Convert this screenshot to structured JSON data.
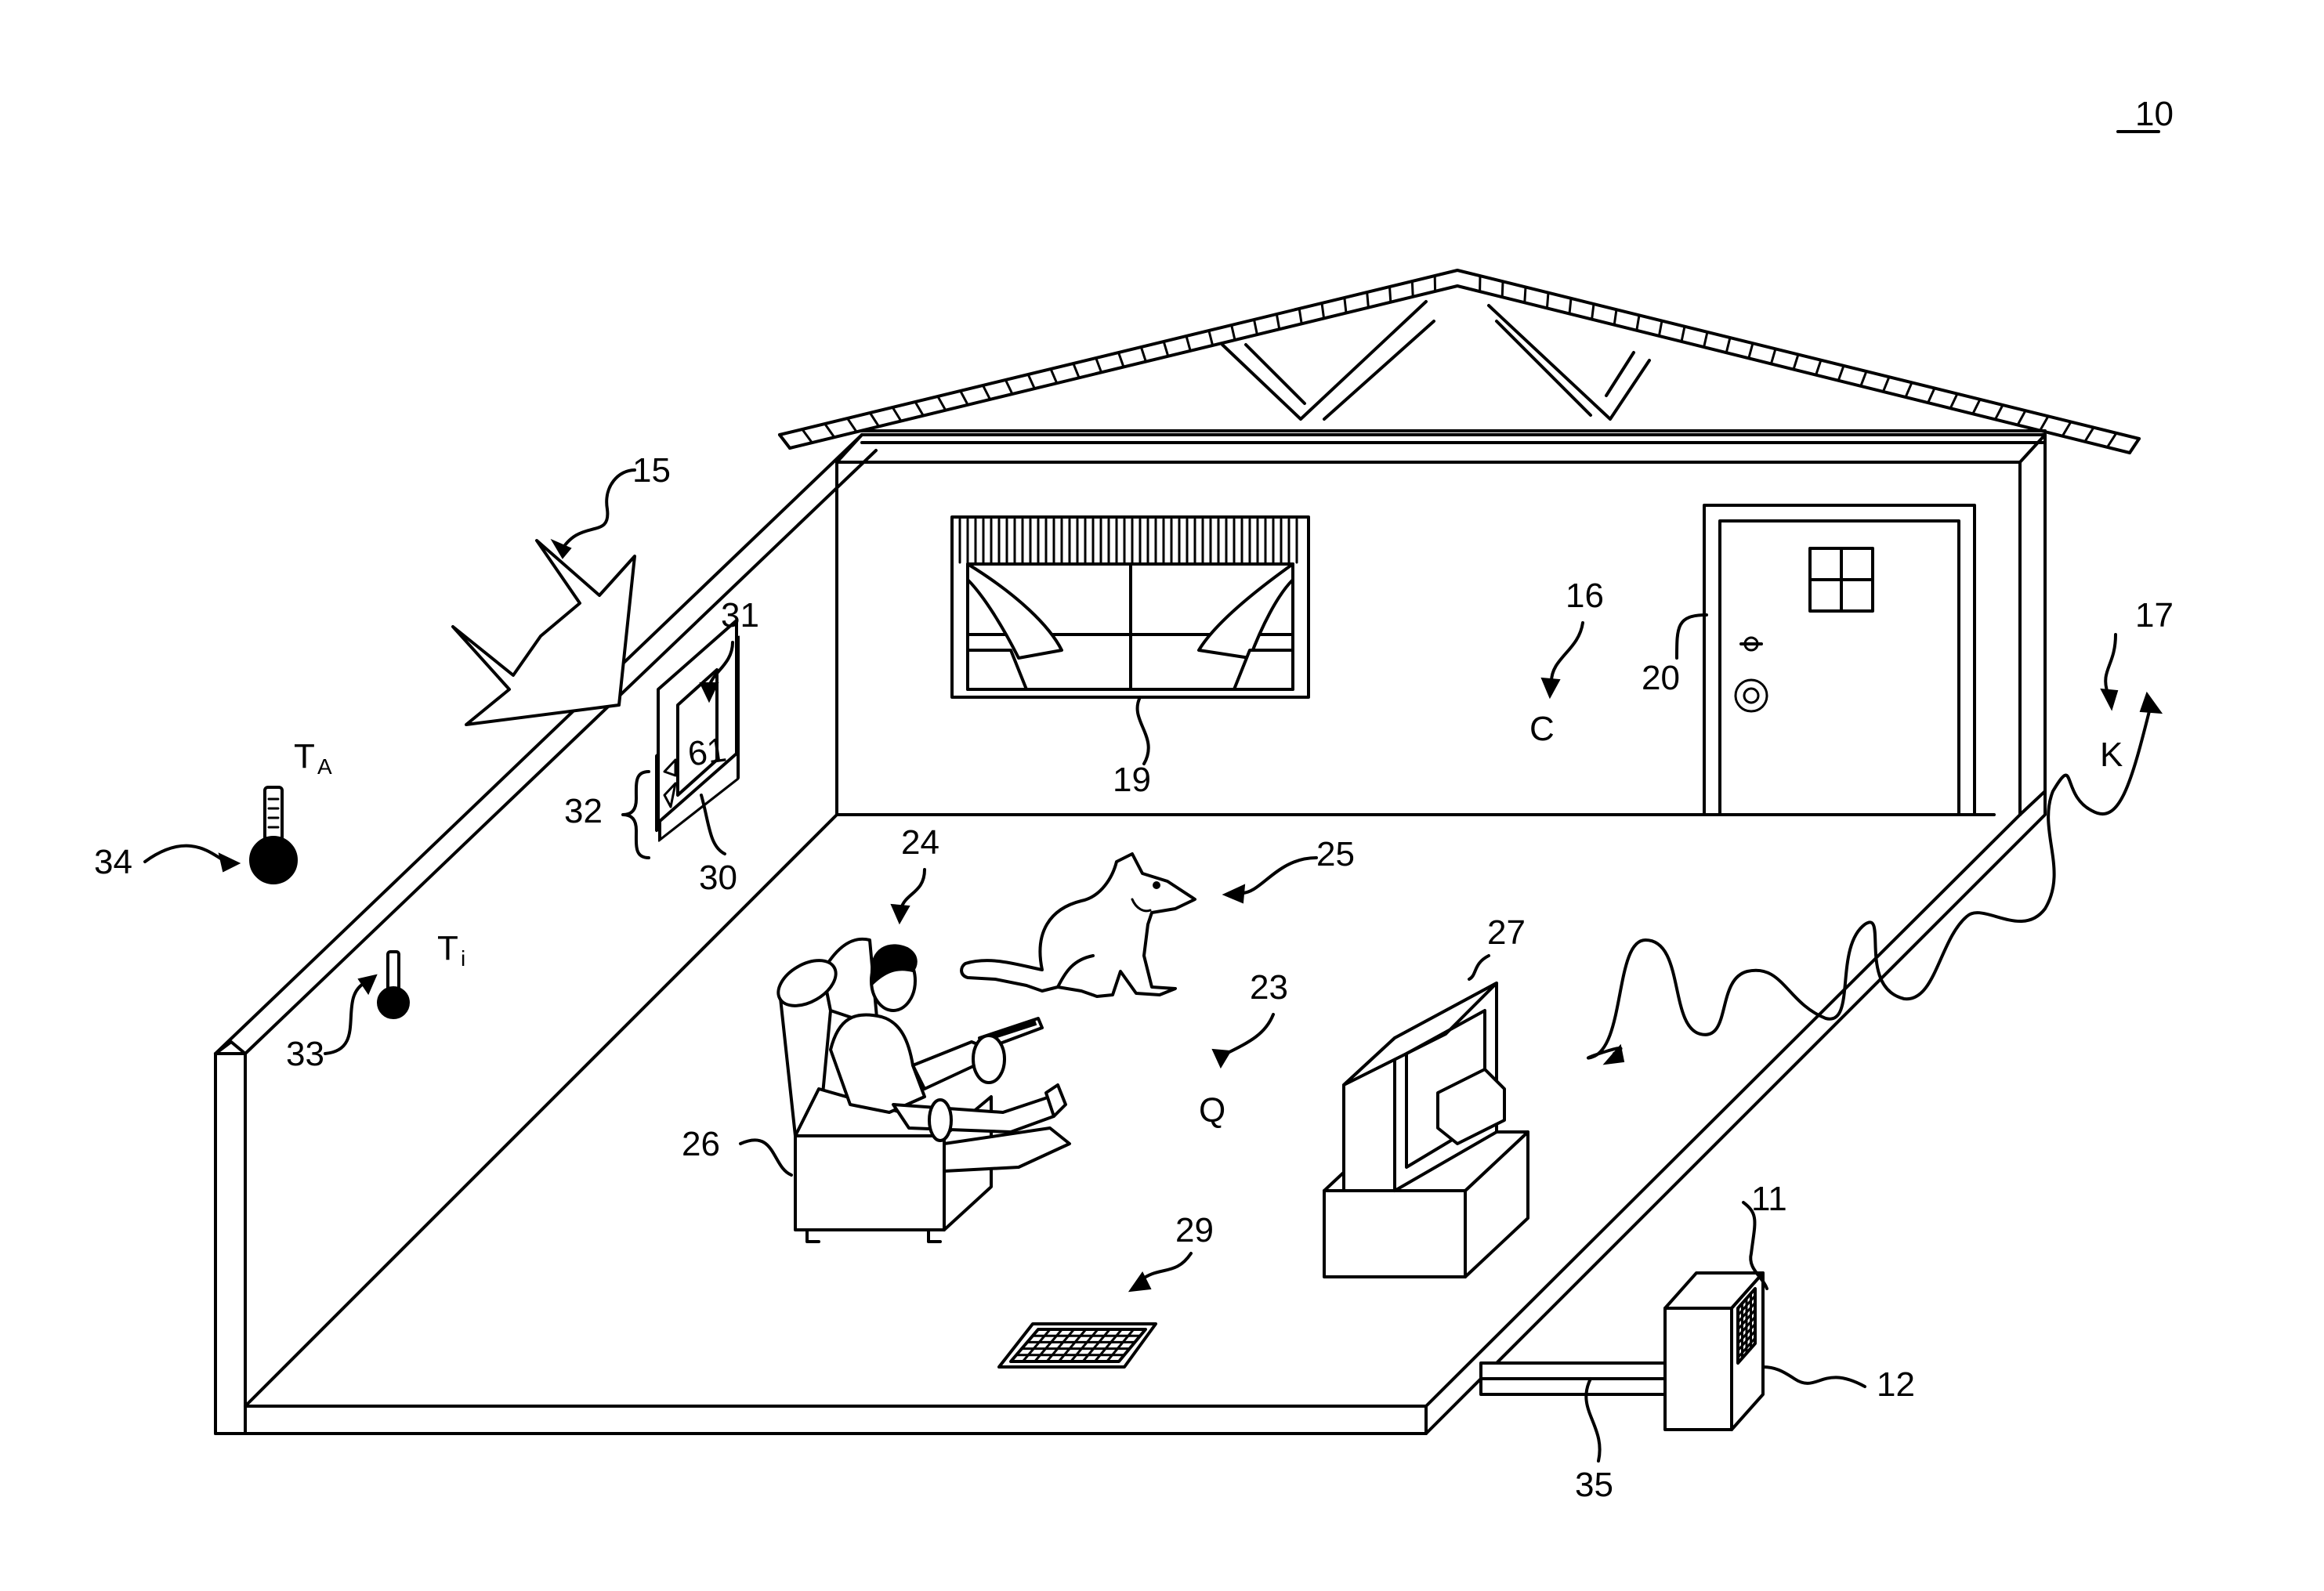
{
  "figure": {
    "number": "10",
    "labels": {
      "house": "11",
      "hvac_unit": "12",
      "sun": "15",
      "interior_heat": "16",
      "interior_heat_symbol": "C",
      "exterior_heat": "17",
      "exterior_heat_symbol": "K",
      "window": "19",
      "door": "20",
      "occupant_heat": "23",
      "occupant_heat_symbol": "Q",
      "person": "24",
      "pet": "25",
      "recliner": "26",
      "television": "27",
      "vent": "29",
      "thermostat": "30",
      "thermostat_display": "31",
      "thermostat_buttons": "32",
      "indoor_sensor": "33",
      "indoor_temp_symbol": "T",
      "indoor_temp_subscript": "i",
      "outdoor_sensor": "34",
      "outdoor_temp_symbol": "T",
      "outdoor_temp_subscript": "A",
      "duct": "35"
    },
    "thermostat_reading": "61"
  }
}
